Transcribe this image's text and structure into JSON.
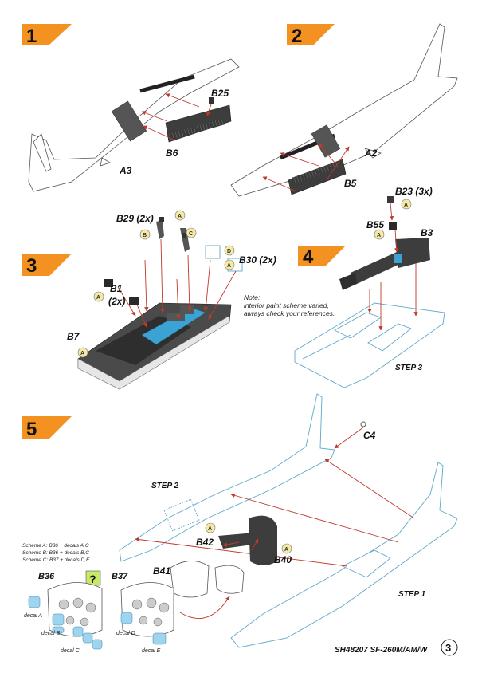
{
  "steps": [
    {
      "number": "1"
    },
    {
      "number": "2"
    },
    {
      "number": "3"
    },
    {
      "number": "4"
    },
    {
      "number": "5"
    }
  ],
  "step1": {
    "part_b25": "B25",
    "part_b6": "B6",
    "part_a3": "A3"
  },
  "step2": {
    "part_a2": "A2",
    "part_b5": "B5"
  },
  "step3": {
    "part_b29": "B29 (2x)",
    "part_b1": "B1",
    "part_b1_qty": "(2x)",
    "part_b30": "B30 (2x)",
    "part_b7": "B7",
    "note_title": "Note:",
    "note_line1": "interior paint scheme varied,",
    "note_line2": "always check your references."
  },
  "step4": {
    "part_b23": "B23 (3x)",
    "part_b55": "B55",
    "part_b3": "B3",
    "ref_step": "STEP 3"
  },
  "step5": {
    "part_c4": "C4",
    "ref_step2": "STEP 2",
    "ref_step1": "STEP 1",
    "part_b42": "B42",
    "part_b40": "B40",
    "part_b41": "B41",
    "part_b36": "B36",
    "part_b37": "B37",
    "scheme_a": "Scheme A: B36 + decals A,C",
    "scheme_b": "Scheme B: B36 + decals B,C",
    "scheme_c": "Scheme C: B37 + decals D,E",
    "decal_a": "decal A",
    "decal_b": "decal B",
    "decal_c": "decal C",
    "decal_d": "decal D",
    "decal_e": "decal E",
    "query_mark": "?"
  },
  "paint_letters": [
    "A",
    "B",
    "C",
    "D"
  ],
  "footer": {
    "kit_code": "SH48207 SF-260M/AM/W",
    "page_number": "3"
  },
  "colors": {
    "step_badge": "#f39220",
    "arrow": "#c0392b",
    "blue_part": "#3aa3d4",
    "line_blue": "#5fa8c8"
  }
}
